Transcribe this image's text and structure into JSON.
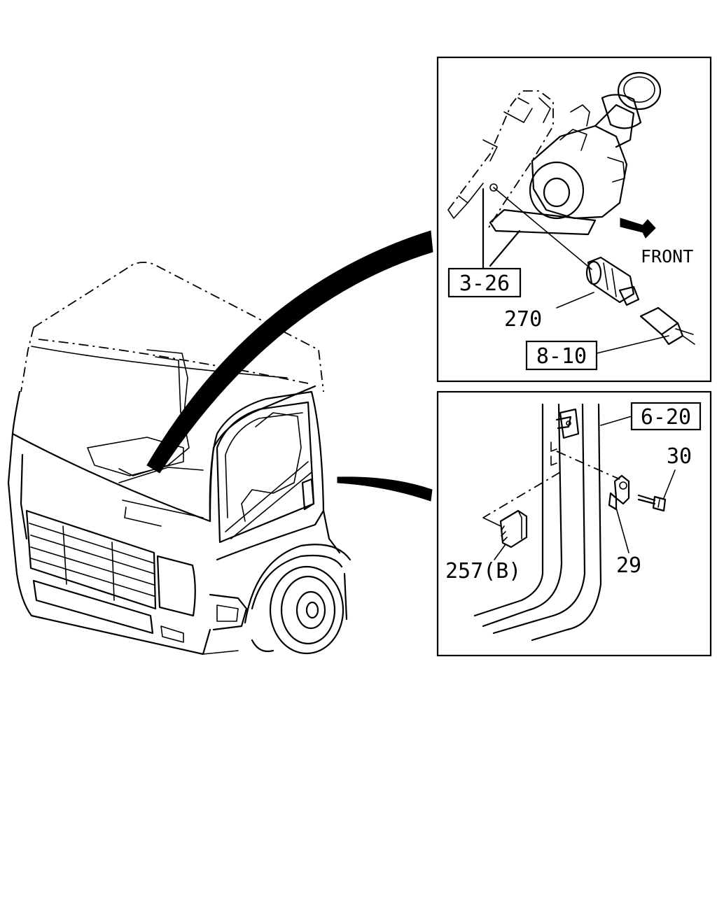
{
  "detail_top": {
    "direction_label": "FRONT",
    "refs": {
      "ref_a": "3-26",
      "ref_b": "8-10"
    },
    "callouts": {
      "part_270": "270"
    }
  },
  "detail_bottom": {
    "refs": {
      "ref_c": "6-20"
    },
    "callouts": {
      "part_30": "30",
      "part_29": "29",
      "part_257b": "257(B)"
    }
  },
  "icons": [
    "direction-arrow-icon"
  ]
}
